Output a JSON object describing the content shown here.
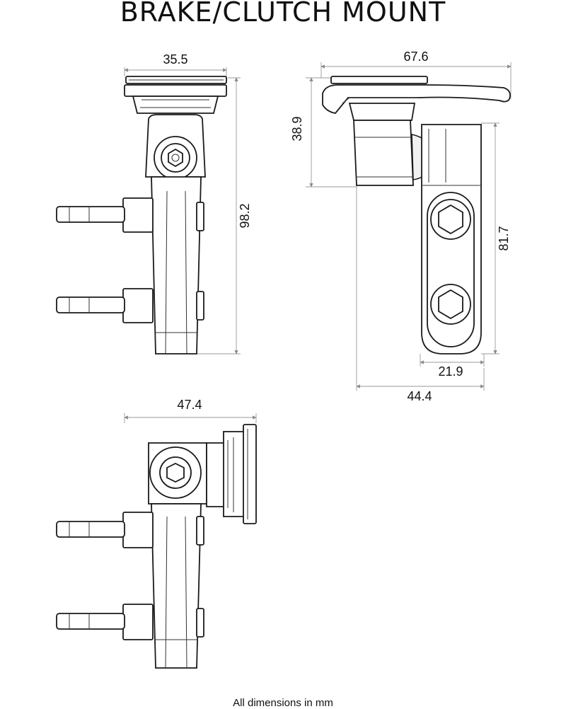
{
  "title": "BRAKE/CLUTCH MOUNT",
  "footnote": "All dimensions in mm",
  "dimensions": {
    "front_width": "35.5",
    "front_height": "98.2",
    "side_width": "67.6",
    "side_head_height": "38.9",
    "side_arm_height": "81.7",
    "side_arm_width": "21.9",
    "side_total_width": "44.4",
    "rotated_width": "47.4"
  }
}
